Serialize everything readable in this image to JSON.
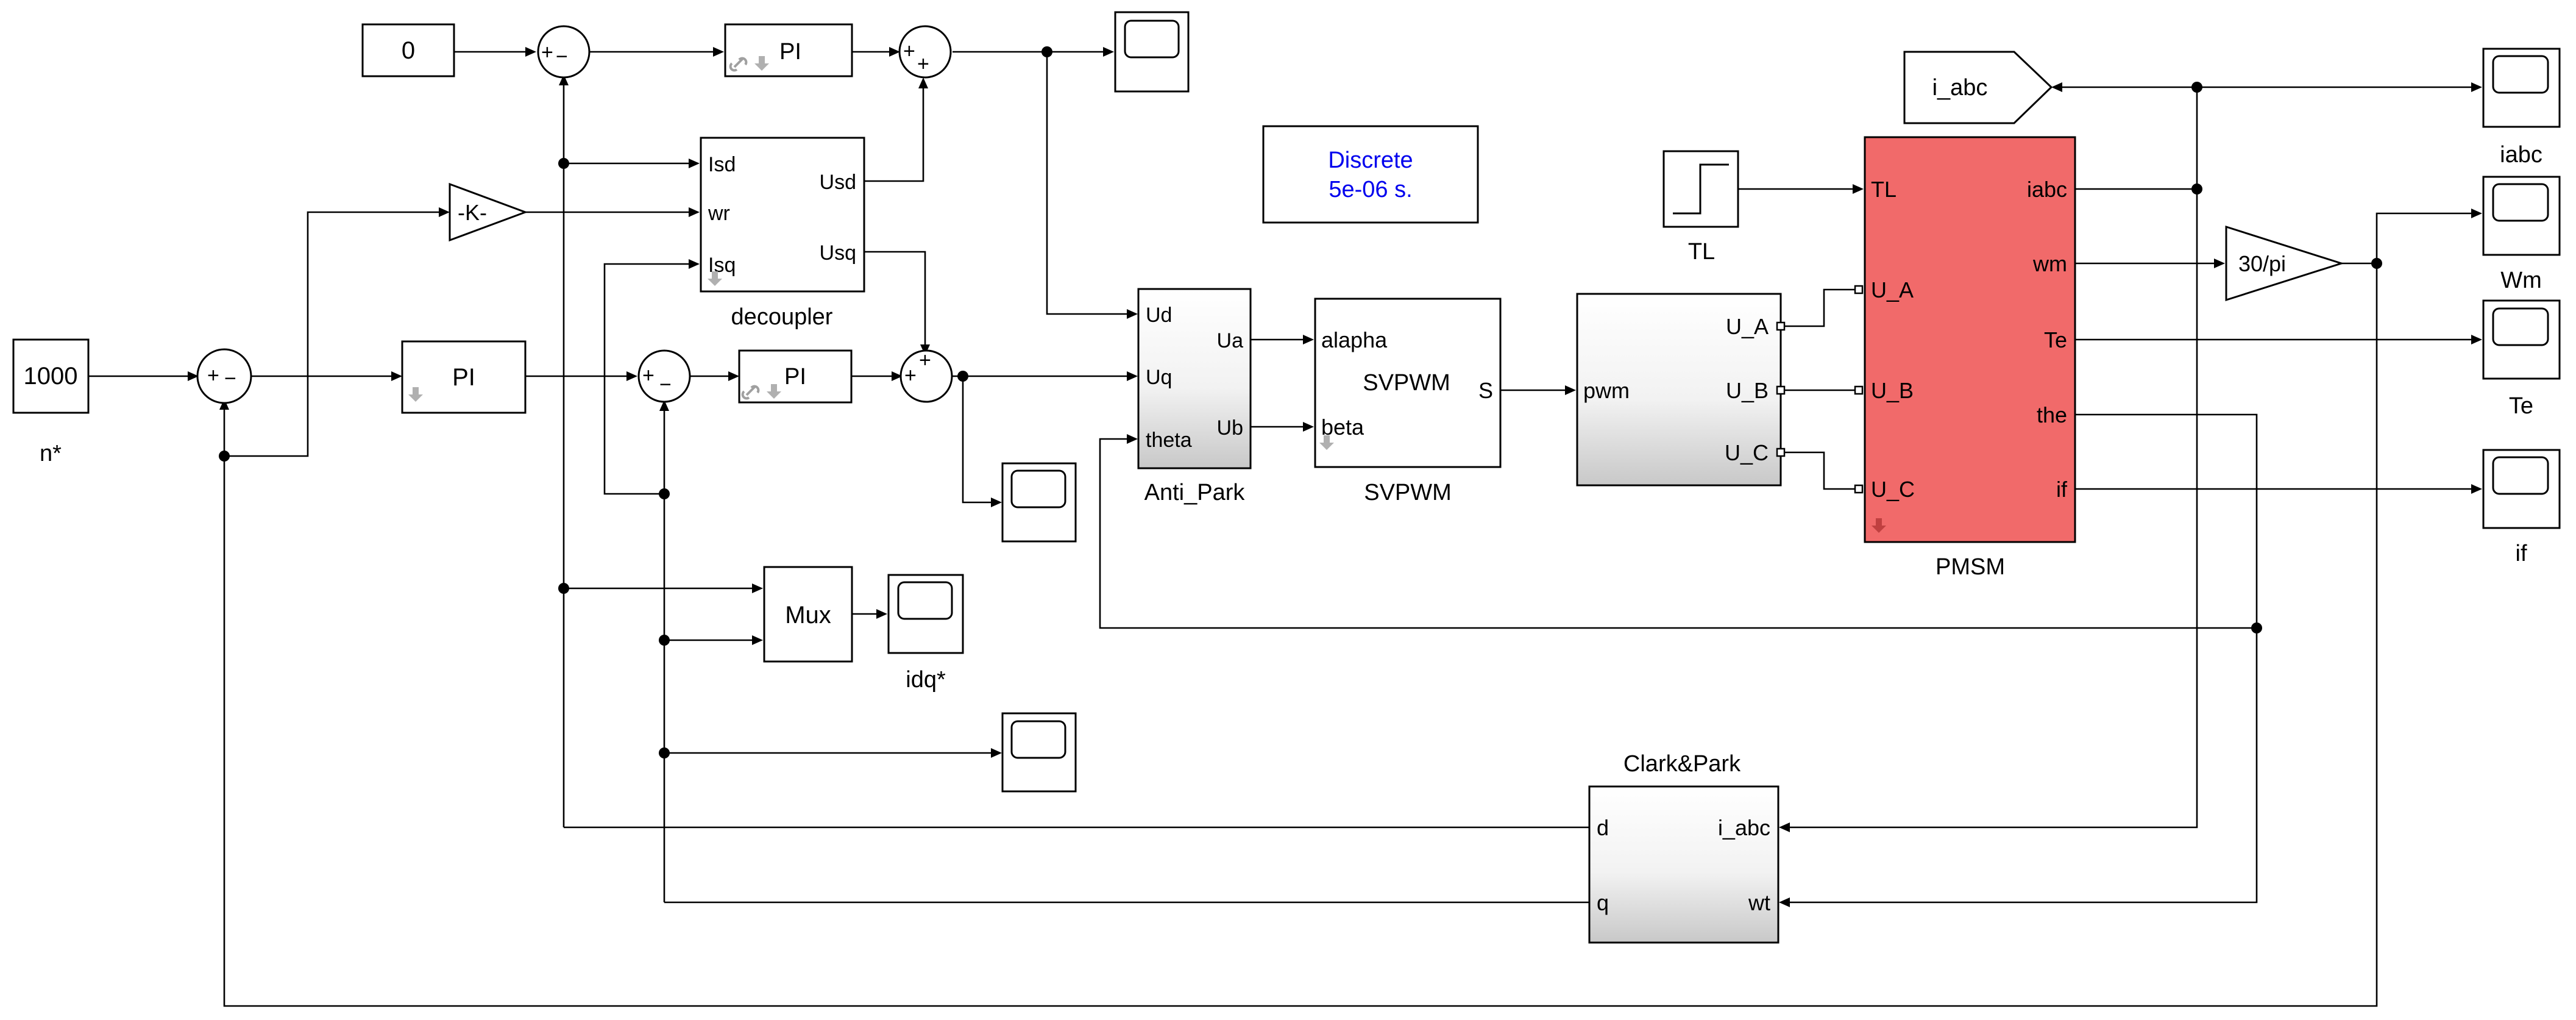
{
  "blocks": {
    "const_zero": "0",
    "speed_ref": "1000",
    "speed_ref_label": "n*",
    "gain_k": "-K-",
    "pi_speed": "PI",
    "pi_d": "PI",
    "pi_q": "PI",
    "decoupler": {
      "name": "decoupler",
      "in_isd": "Isd",
      "in_wr": "wr",
      "in_isq": "Isq",
      "out_usd": "Usd",
      "out_usq": "Usq"
    },
    "anti_park": {
      "name": "Anti_Park",
      "in_ud": "Ud",
      "in_uq": "Uq",
      "in_theta": "theta",
      "out_ua": "Ua",
      "out_ub": "Ub"
    },
    "svpwm": {
      "name": "SVPWM",
      "inner_title": "SVPWM",
      "in_alpha": "alapha",
      "in_beta": "beta",
      "out_s": "S"
    },
    "inverter": {
      "in_pwm": "pwm",
      "out_ua": "U_A",
      "out_ub": "U_B",
      "out_uc": "U_C"
    },
    "pmsm": {
      "name": "PMSM",
      "in_tl": "TL",
      "in_ua": "U_A",
      "in_ub": "U_B",
      "in_uc": "U_C",
      "out_iabc": "iabc",
      "out_wm": "wm",
      "out_te": "Te",
      "out_the": "the",
      "out_if": "if"
    },
    "step_tl": "TL",
    "goto_iabc": "i_abc",
    "gain_30pi": "30/pi",
    "powergui": {
      "line1": "Discrete",
      "line2": "5e-06 s."
    },
    "mux": "Mux",
    "mux_scope_label": "idq*",
    "clark_park": {
      "name": "Clark&Park",
      "out_d": "d",
      "out_q": "q",
      "in_iabc": "i_abc",
      "in_wt": "wt"
    },
    "scopes": {
      "iabc": "iabc",
      "wm": "Wm",
      "te": "Te",
      "if": "if"
    },
    "sum_signs": {
      "plus": "+",
      "minus": "−"
    }
  },
  "colors": {
    "pmsm_fill": "#f16a6a",
    "powergui_text": "#0000ee",
    "link_icon": "#a0a0a0"
  }
}
